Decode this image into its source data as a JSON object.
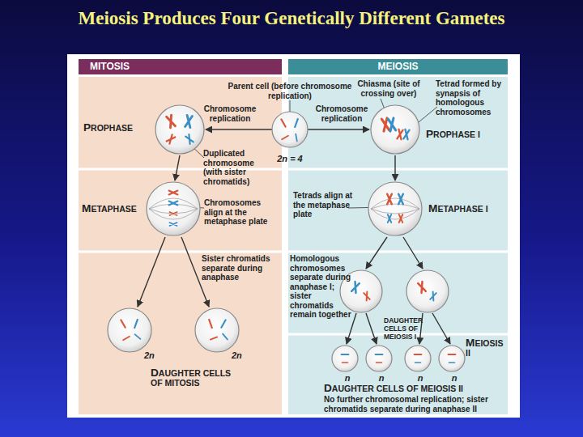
{
  "diagram": {
    "title": "Meiosis Produces Four Genetically Different Gametes",
    "nodes": [
      {
        "text": [
          "MITOSIS"
        ]
      },
      {
        "text": [
          "MEIOSIS"
        ]
      }
    ],
    "labels": [
      "Parent cell (before chromosome replication)",
      "Chiasma (site of crossing over)",
      "Tetrad formed by synapsis of homologous chromosomes",
      "Chromosome replication",
      "Chromosome replication",
      "PROPHASE",
      "2n = 4",
      "PROPHASE I",
      "Duplicated chromosome (with sister chromatids)",
      "METAPHASE",
      "Chromosomes align at the metaphase plate",
      "Tetrads align at the metaphase plate",
      "METAPHASE I",
      "Sister chromatids separate during anaphase",
      "Homologous chromosomes separate during anaphase I; sister chromatids remain together",
      "DAUGHTER CELLS OF MEIOSIS I",
      "MEIOSIS II",
      "2n",
      "2n",
      "DAUGHTER CELLS OF MITOSIS",
      "n",
      "n",
      "n",
      "n",
      "DAUGHTER CELLS OF MEIOSIS II",
      "No further chromosomal replication; sister chromatids separate during anaphase II"
    ]
  }
}
